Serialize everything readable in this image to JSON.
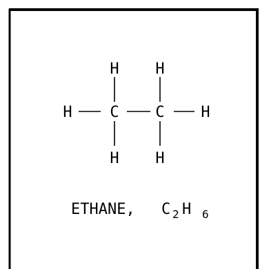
{
  "molecule": {
    "atoms": {
      "h_top_left": "H",
      "h_top_right": "H",
      "h_left": "H",
      "c_left": "C",
      "c_right": "C",
      "h_right": "H",
      "h_bottom_left": "H",
      "h_bottom_right": "H"
    },
    "caption": {
      "name": "ETHANE,",
      "formula_c": "C",
      "formula_c_count": "2",
      "formula_h": "H",
      "formula_h_count": "6"
    }
  }
}
